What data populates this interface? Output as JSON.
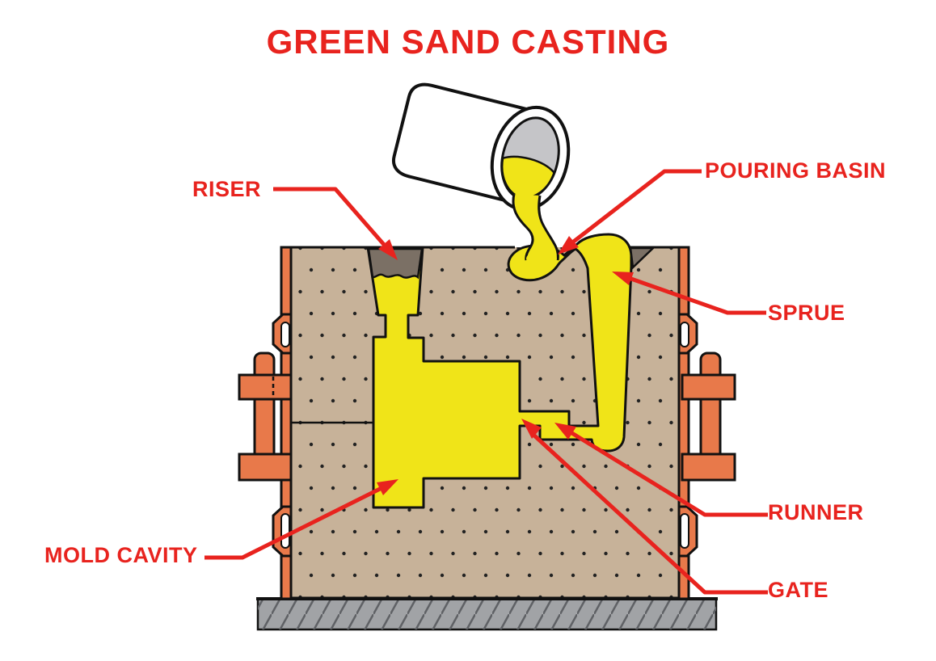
{
  "title": "GREEN SAND CASTING",
  "labels": {
    "riser": "RISER",
    "pouring_basin": "POURING BASIN",
    "sprue": "SPRUE",
    "runner": "RUNNER",
    "gate": "GATE",
    "mold_cavity": "MOLD CAVITY"
  },
  "colors": {
    "accent_red": "#E8231E",
    "sand_tan": "#C7B299",
    "flask_orange": "#E8794A",
    "molten_yellow": "#F0E418",
    "riser_gray": "#7B7065",
    "ladle_interior_gray": "#C5C5C8",
    "base_gray": "#A1A3A6",
    "outline_black": "#111111"
  }
}
